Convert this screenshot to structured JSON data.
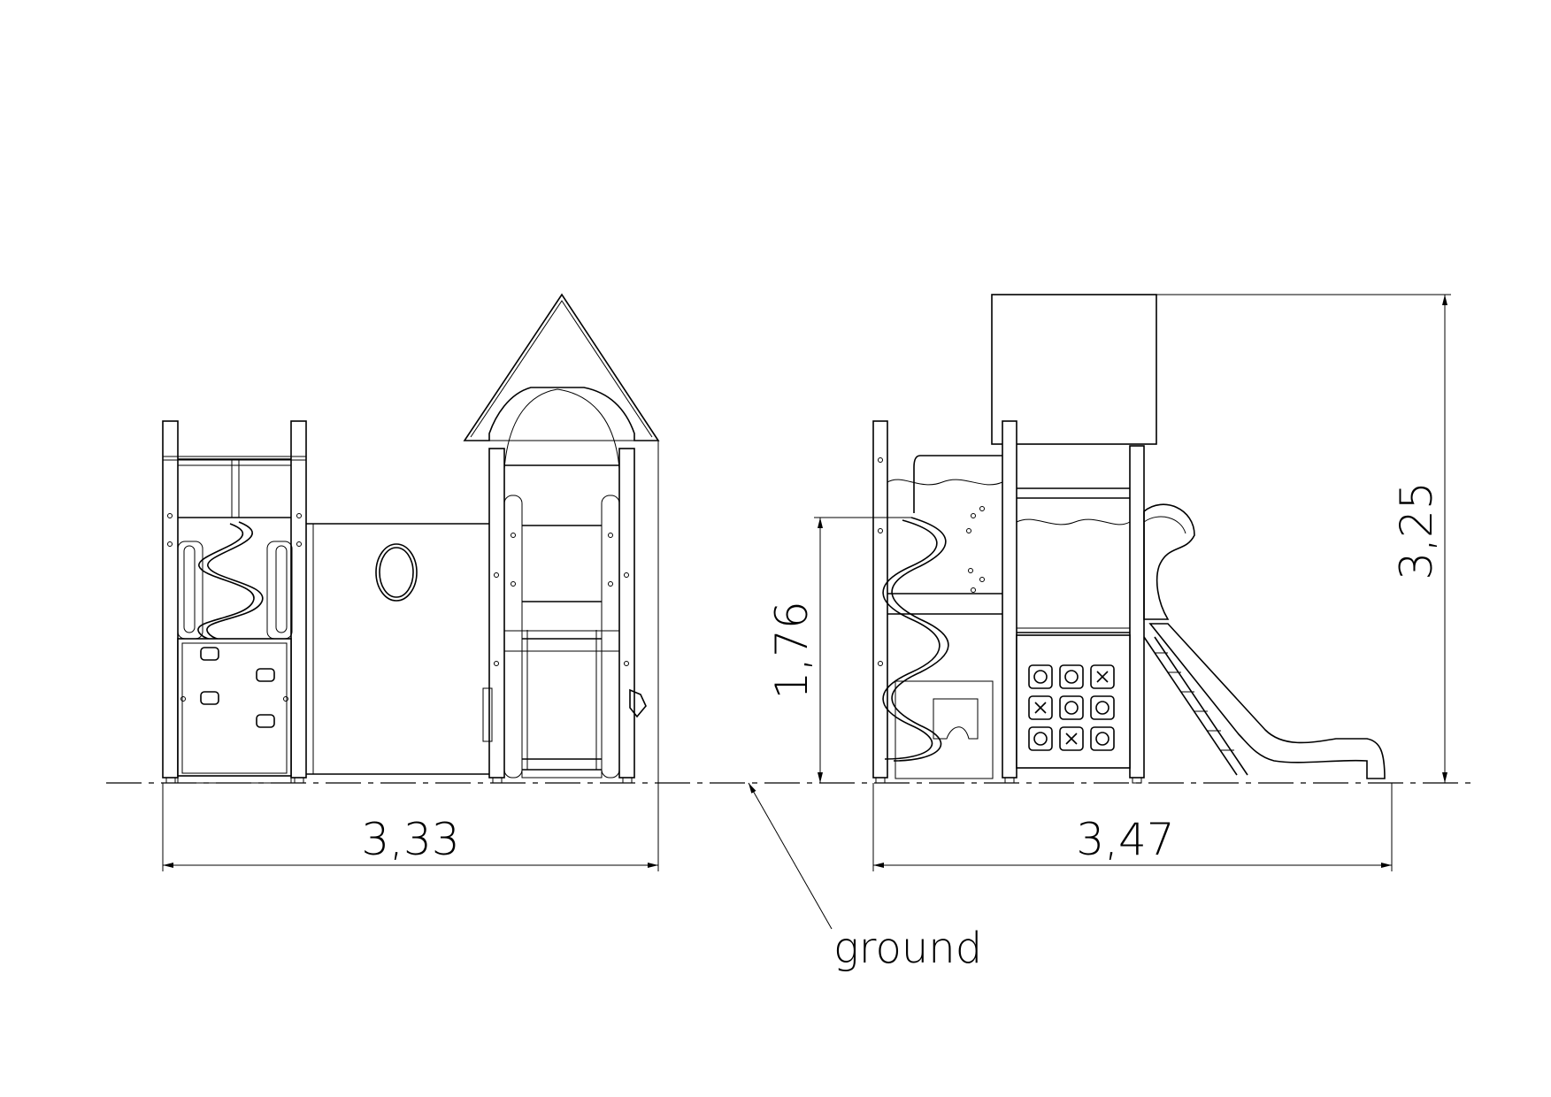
{
  "drawing": {
    "dimensions": {
      "left_width": "3,33",
      "right_width": "3,47",
      "platform_height": "1,76",
      "total_height": "3,25"
    },
    "labels": {
      "ground": "ground"
    }
  }
}
